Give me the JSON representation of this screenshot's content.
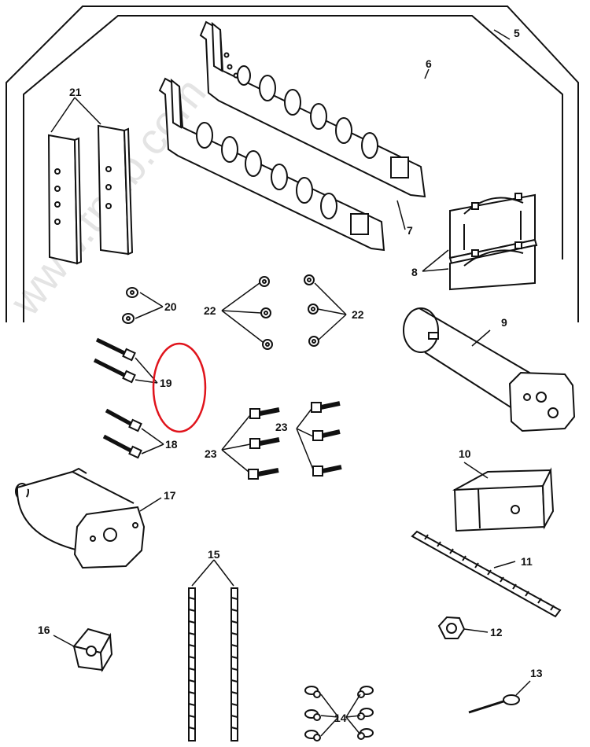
{
  "diagram": {
    "watermark": "www.tpub.com",
    "callouts": [
      {
        "id": "c21",
        "text": "21"
      },
      {
        "id": "c5",
        "text": "5"
      },
      {
        "id": "c6",
        "text": "6"
      },
      {
        "id": "c7",
        "text": "7"
      },
      {
        "id": "c8",
        "text": "8"
      },
      {
        "id": "c20",
        "text": "20"
      },
      {
        "id": "c22a",
        "text": "22"
      },
      {
        "id": "c22b",
        "text": "22"
      },
      {
        "id": "c9",
        "text": "9"
      },
      {
        "id": "c19",
        "text": "19"
      },
      {
        "id": "c18",
        "text": "18"
      },
      {
        "id": "c23a",
        "text": "23"
      },
      {
        "id": "c23b",
        "text": "23"
      },
      {
        "id": "c10",
        "text": "10"
      },
      {
        "id": "c17",
        "text": "17"
      },
      {
        "id": "c15",
        "text": "15"
      },
      {
        "id": "c11",
        "text": "11"
      },
      {
        "id": "c16",
        "text": "16"
      },
      {
        "id": "c12",
        "text": "12"
      },
      {
        "id": "c13",
        "text": "13"
      },
      {
        "id": "c14",
        "text": "14"
      }
    ],
    "highlight_color": "#e0141c",
    "line_color": "#111111"
  }
}
